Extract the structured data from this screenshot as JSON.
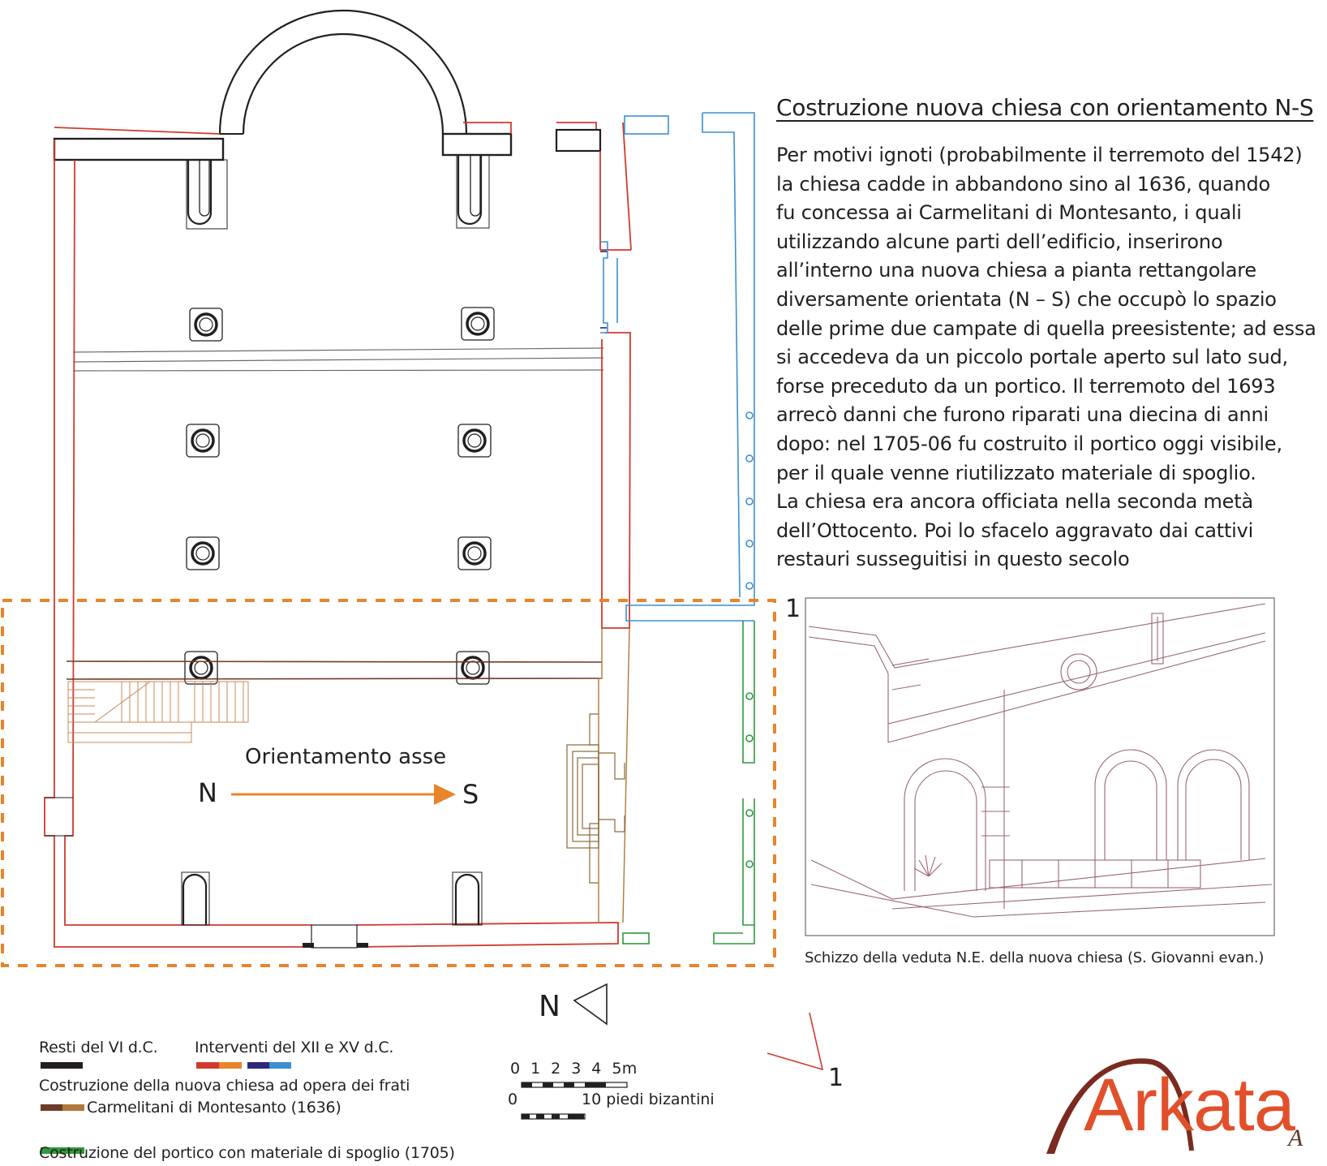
{
  "colors": {
    "vi_century": "#231f20",
    "xii_xv_red": "#d03a2e",
    "xii_xv_orange": "#e8842a",
    "xii_xv_navy": "#2e2a7a",
    "xii_xv_blue": "#3c8fd0",
    "carmelite_dark": "#6e3b26",
    "carmelite_light": "#b07a3a",
    "portico_green": "#2e9a3c",
    "dashed_orange": "#e8842a",
    "sketch_ink": "#8a4a5e",
    "logo_red": "#e1502a"
  },
  "description": {
    "title": "Costruzione nuova chiesa con orientamento N-S",
    "lines": [
      "Per motivi ignoti (probabilmente il terremoto del 1542)",
      "la chiesa cadde in abbandono sino al 1636, quando",
      "fu concessa ai Carmelitani di Montesanto, i quali",
      "utilizzando alcune parti dell’edificio, inserirono",
      "all’interno una nuova chiesa a pianta rettangolare",
      "diversamente orientata (N – S) che occupò lo spazio",
      "delle prime due campate di quella preesistente; ad essa",
      "si accedeva da un piccolo portale aperto sul lato sud,",
      "forse preceduto da un portico. Il terremoto del 1693",
      "arrecò danni che furono riparati una diecina di anni",
      "dopo: nel 1705-06 fu costruito il portico oggi visibile,",
      "per il quale venne riutilizzato materiale di spoglio.",
      "La chiesa era ancora officiata nella seconda metà",
      "dell’Ottocento. Poi lo sfacelo aggravato dai cattivi",
      "restauri susseguitisi in questo secolo"
    ]
  },
  "sketch": {
    "number": "1",
    "caption": "Schizzo della veduta  N.E. della nuova chiesa (S. Giovanni evan.)"
  },
  "plan": {
    "axis_label": "Orientamento asse",
    "axis_from": "N",
    "axis_to": "S",
    "north_label": "N",
    "section_number": "1"
  },
  "legend": {
    "vi": "Resti del VI d.C.",
    "xii_xv": "Interventi del XII e XV d.C.",
    "carmelite_line1": "Costruzione della nuova chiesa ad opera dei frati",
    "carmelite_line2": "Carmelitani di Montesanto (1636)",
    "portico": "Costruzione del portico con materiale di spoglio (1705)"
  },
  "scale": {
    "metric_ticks": "0  1  2  3  4  5m",
    "feet_zero": "0",
    "feet_label": "10 piedi bizantini"
  },
  "logo": {
    "text": "Arkata",
    "mark": "A"
  }
}
